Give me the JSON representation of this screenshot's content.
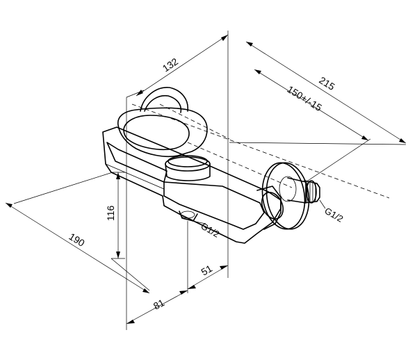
{
  "dimensions": {
    "width_132": "132",
    "length_215": "215",
    "centers_150": "150+/-15",
    "depth_190": "190",
    "height_116": "116",
    "offset_81": "81",
    "offset_51": "51"
  },
  "threads": {
    "inlet": "G1/2",
    "outlet": "G1/2"
  }
}
